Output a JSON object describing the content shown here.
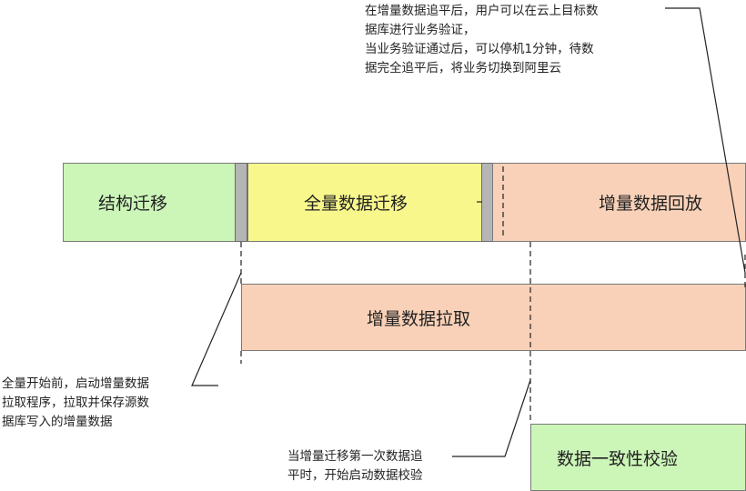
{
  "diagram": {
    "colors": {
      "green": "#ccf5b8",
      "yellow": "#f8f78c",
      "peach": "#f9d1b8",
      "divider": "#b5b5b5",
      "stroke": "#7a7a7a",
      "line": "#222222"
    },
    "main_bar": {
      "schema_migration": "结构迁移",
      "full_migration": "全量数据迁移",
      "incremental_replay": "增量数据回放"
    },
    "incremental_pull": "增量数据拉取",
    "consistency_check": "数据一致性校验",
    "notes": {
      "top_right": [
        "在增量数据追平后，用户可以在云上目标数",
        "据库进行业务验证，",
        "当业务验证通过后，可以停机1分钟，待数",
        "据完全追平后，将业务切换到阿里云"
      ],
      "bottom_left": [
        "全量开始前，启动增量数据",
        "拉取程序，拉取并保存源数",
        "据库写入的增量数据"
      ],
      "bottom_middle": [
        "当增量迁移第一次数据追",
        "平时，开始启动数据校验"
      ]
    }
  }
}
